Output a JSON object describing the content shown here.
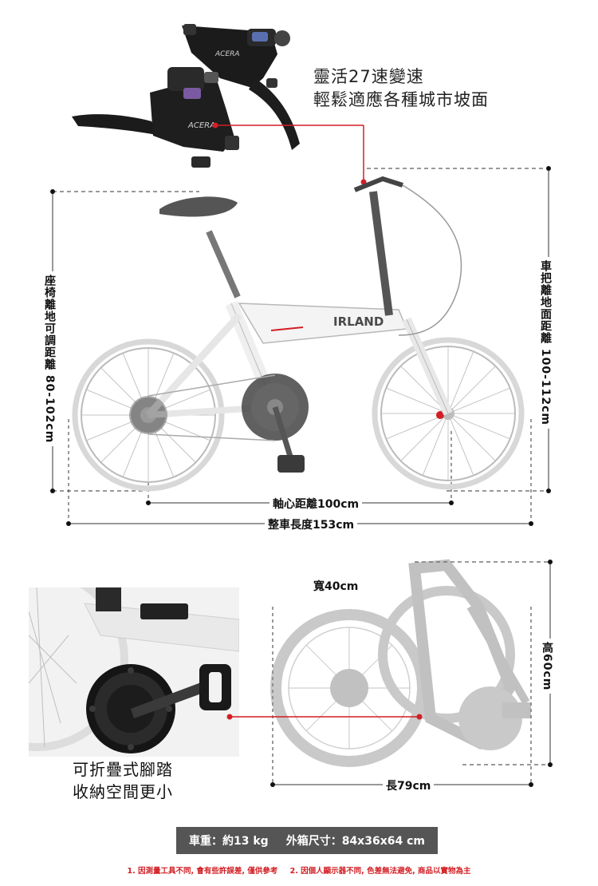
{
  "shifter_callout": {
    "line1": "靈活27速變速",
    "line2": "輕鬆適應各種城市坡面"
  },
  "dimensions": {
    "seat_height": "座椅離地可調距離 80-102cm",
    "handlebar_height": "車把離地面距離 100-112cm",
    "wheelbase": "軸心距離100cm",
    "total_length": "整車長度153cm"
  },
  "folded": {
    "width": "寬40cm",
    "height": "高60cm",
    "length": "長79cm"
  },
  "pedal_callout": {
    "line1": "可折疊式腳踏",
    "line2": "收納空間更小"
  },
  "specs": {
    "weight": "車重：約13 kg",
    "box": "外箱尺寸：84x36x64 cm"
  },
  "notes": [
    "1. 因測量工具不同, 會有些許誤差, 僅供參考",
    "2. 因個人顯示器不同, 色差無法避免, 商品以實物為主"
  ],
  "bike_frame_text": "IRLAND",
  "colors": {
    "accent_red": "#d21e24",
    "frame": "#f5f5f5",
    "spec_bar": "#555555"
  }
}
